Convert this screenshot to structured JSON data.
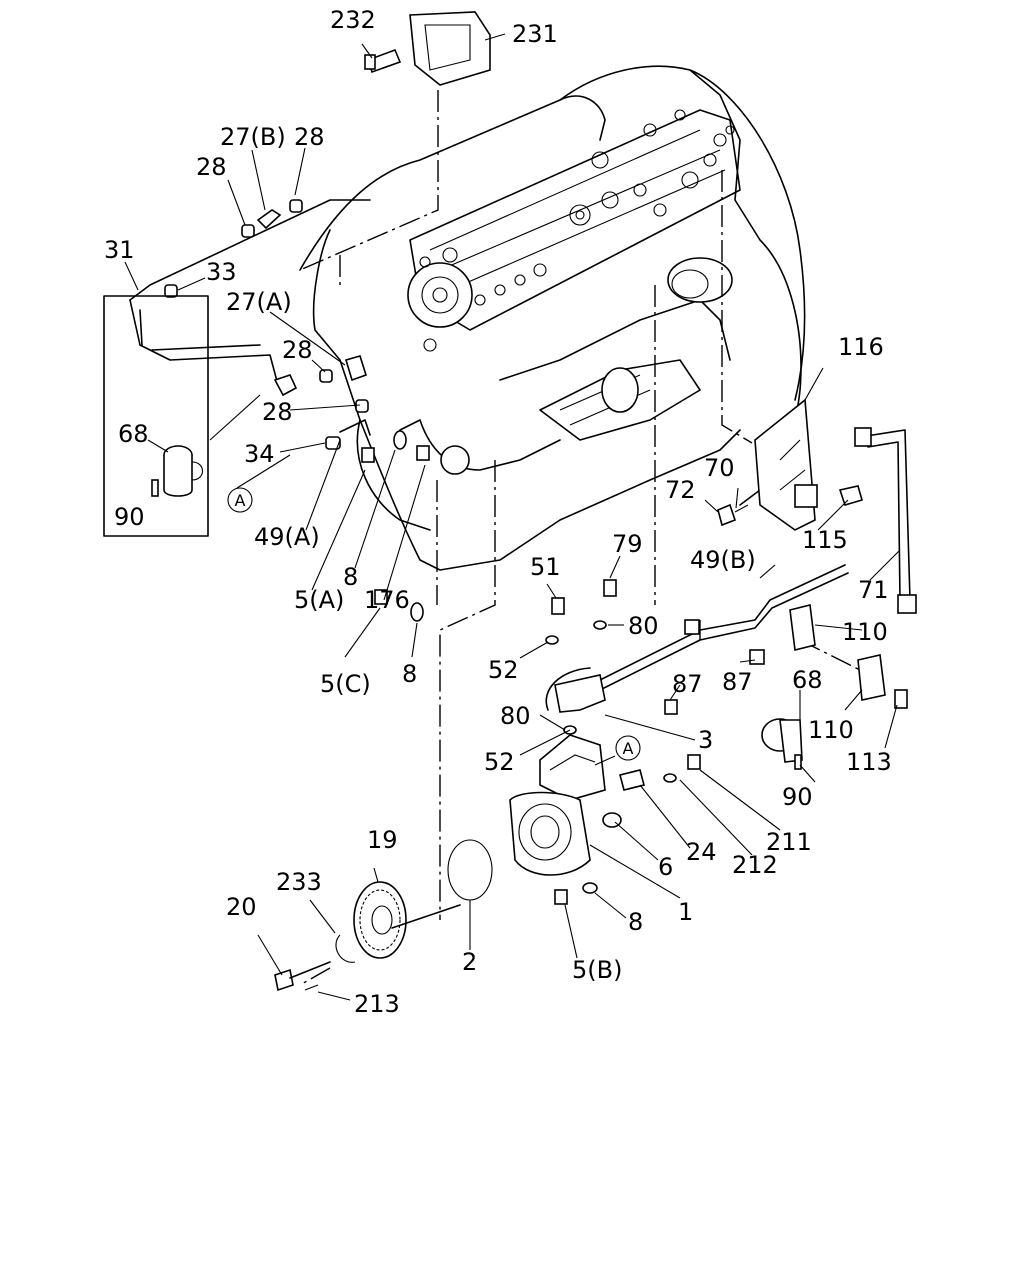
{
  "labels": {
    "l232": "232",
    "l231": "231",
    "l27b": "27(B)",
    "l28a": "28",
    "l28b": "28",
    "l31": "31",
    "l33": "33",
    "l27a": "27(A)",
    "l28c": "28",
    "l28d": "28",
    "l68a": "68",
    "l90a": "90",
    "l34": "34",
    "l49a": "49(A)",
    "l5a": "5(A)",
    "l8a": "8",
    "l176": "176",
    "l5c": "5(C)",
    "l8b": "8",
    "l116": "116",
    "l70": "70",
    "l72": "72",
    "l115": "115",
    "l71": "71",
    "l49b": "49(B)",
    "l51": "51",
    "l79": "79",
    "l80a": "80",
    "l52a": "52",
    "l87a": "87",
    "l87b": "87",
    "l80b": "80",
    "l3": "3",
    "l52b": "52",
    "l110a": "110",
    "l68b": "68",
    "l110b": "110",
    "l113": "113",
    "l90b": "90",
    "l211": "211",
    "l24": "24",
    "l212": "212",
    "l6": "6",
    "l19": "19",
    "l233": "233",
    "l20": "20",
    "l1": "1",
    "l8c": "8",
    "l2": "2",
    "l5b": "5(B)",
    "l213": "213"
  },
  "refs": {
    "a1": "A",
    "a2": "A"
  }
}
